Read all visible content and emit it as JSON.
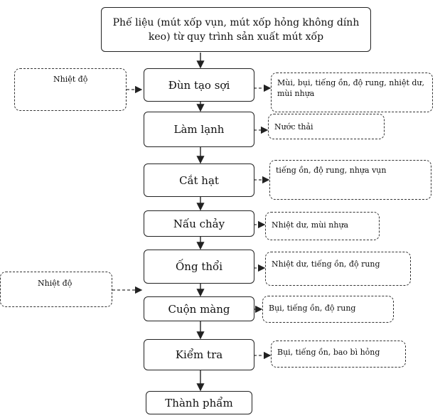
{
  "source": "Phế liệu (mút xốp vụn, mút xốp hỏng không dính keo) từ quy trình sản xuất mút xốp",
  "steps": [
    "Đùn tạo sợi",
    "Làm lạnh",
    "Cắt hạt",
    "Nấu chảy",
    "Ống thổi",
    "Cuộn màng",
    "Kiểm tra",
    "Thành phẩm"
  ],
  "inputs": [
    "Nhiệt độ",
    "Nhiệt độ"
  ],
  "outputs": [
    "Mùi, bụi, tiếng ồn, độ rung, nhiệt dư, mùi nhựa",
    "Nước thải",
    "tiếng ồn, độ rung, nhựa vụn",
    "Nhiệt dư, mùi nhựa",
    "Nhiệt dư, tiếng ồn, độ rung",
    "Bụi, tiếng ồn, độ rung",
    "Bụi, tiếng ồn, bao bì hỏng"
  ]
}
